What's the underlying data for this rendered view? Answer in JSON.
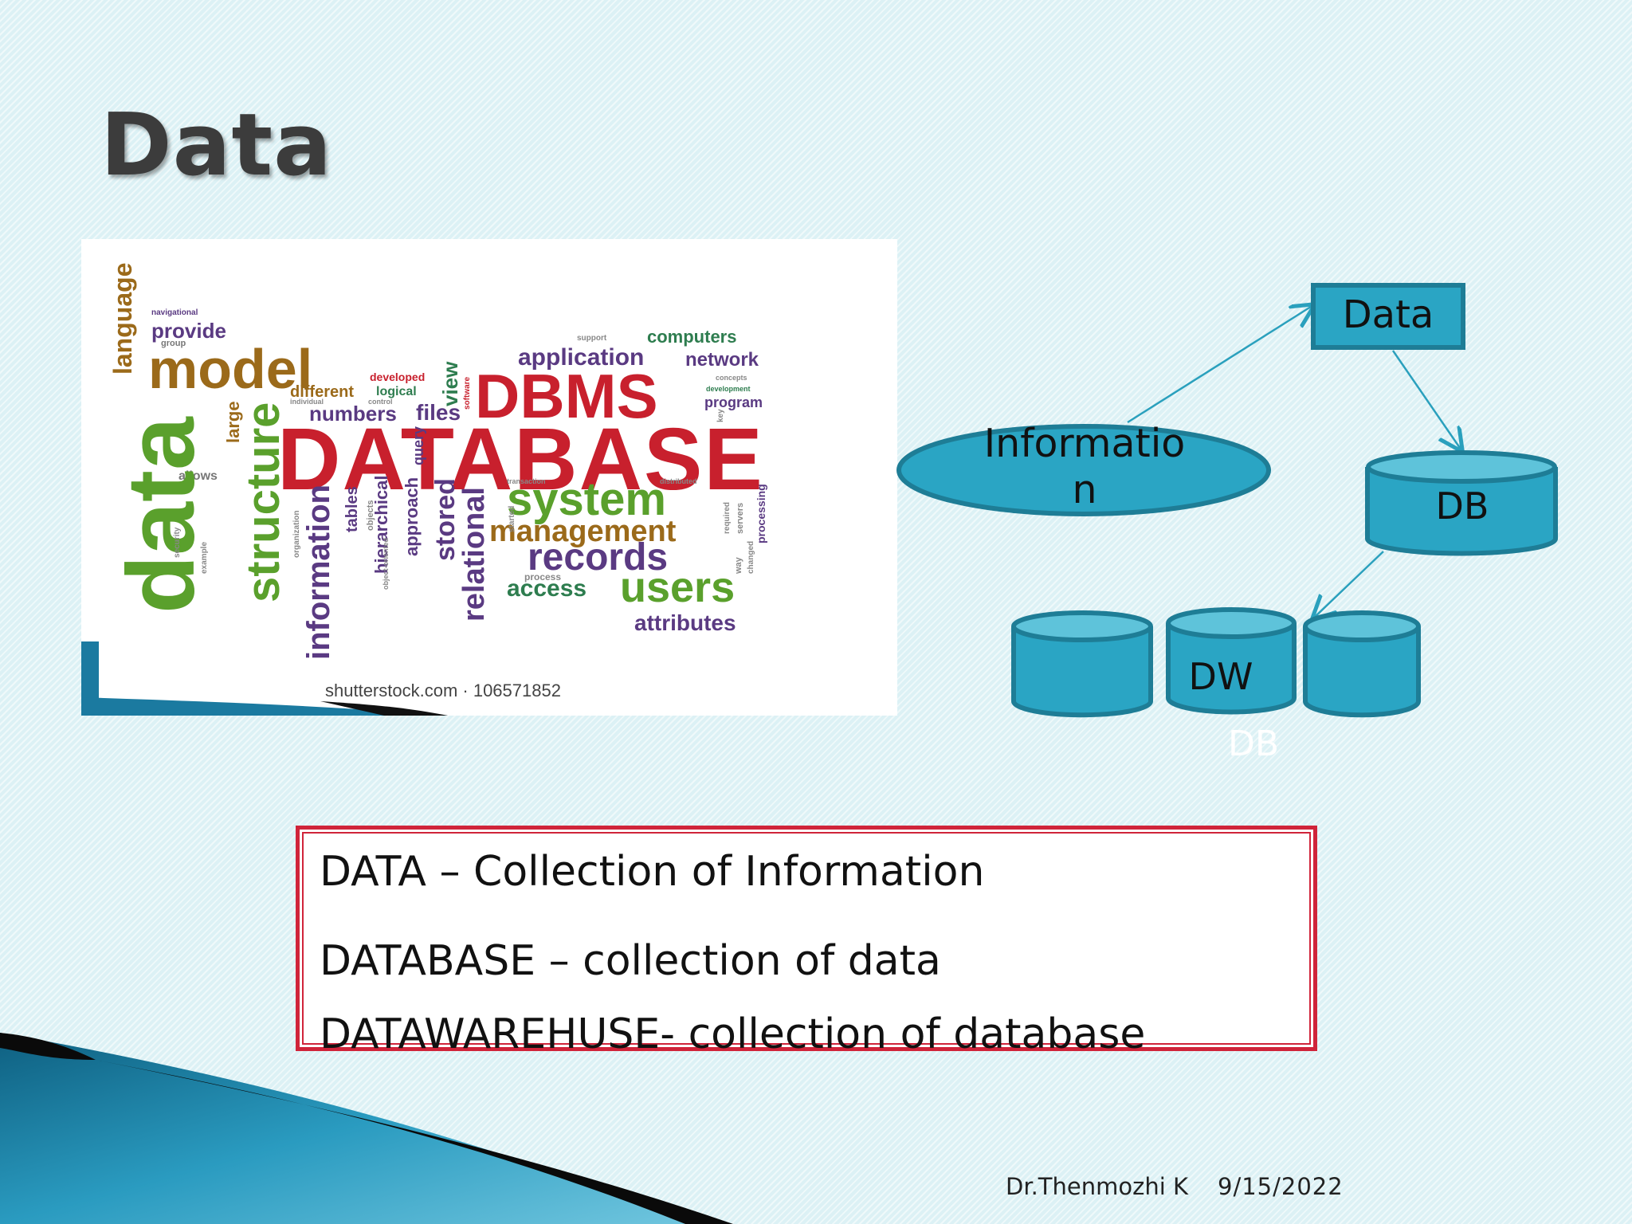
{
  "slide": {
    "title": "Data",
    "footer_author": "Dr.Thenmozhi K",
    "footer_date": "9/15/2022"
  },
  "wordcloud": {
    "watermark": "shutterstock.com · 106571852",
    "words": {
      "database": "DATABASE",
      "dbms": "DBMS",
      "model": "model",
      "data": "data",
      "structure": "structure",
      "system": "system",
      "management": "management",
      "records": "records",
      "users": "users",
      "access": "access",
      "attributes": "attributes",
      "application": "application",
      "network": "network",
      "computers": "computers",
      "provide": "provide",
      "language": "language",
      "information": "information",
      "relational": "relational",
      "stored": "stored",
      "hierarchical": "hierarchical",
      "approach": "approach",
      "numbers": "numbers",
      "files": "files",
      "different": "different",
      "logical": "logical",
      "program": "program",
      "tables": "tables",
      "view": "view",
      "query": "query",
      "large": "large",
      "allows": "allows",
      "process": "process",
      "processing": "processing",
      "developed": "developed",
      "navigational": "navigational",
      "group": "group",
      "support": "support",
      "individual": "individual",
      "control": "control",
      "objects": "objects",
      "transaction": "transaction",
      "distributed": "distributed",
      "development": "development",
      "concepts": "concepts",
      "organization": "organization",
      "software": "software",
      "security": "security",
      "key": "key",
      "servers": "servers",
      "required": "required",
      "changed": "changed",
      "way": "way",
      "started": "started",
      "example": "example",
      "object-oriented": "object-oriented"
    }
  },
  "diagram": {
    "information_label_line1": "Informatio",
    "information_label_line2": "n",
    "data_label": "Data",
    "db_label": "DB",
    "dw_label": "DW",
    "dw_caption": "DB",
    "fill_color": "#2aa5c4",
    "stroke_color": "#1e7d96"
  },
  "definitions": [
    "DATA – Collection of Information",
    "DATABASE – collection of data",
    "DATAWAREHUSE- collection of database"
  ]
}
